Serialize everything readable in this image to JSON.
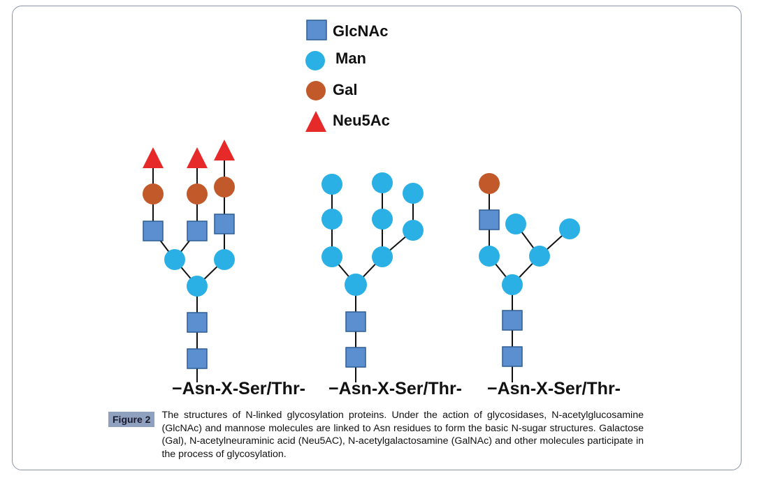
{
  "legend": [
    {
      "shape": "square",
      "label": "GlcNAc",
      "color": "#5b8fd0"
    },
    {
      "shape": "circle",
      "label": "Man",
      "color": "#2ab0e4"
    },
    {
      "shape": "circle",
      "label": "Gal",
      "color": "#c2592a"
    },
    {
      "shape": "triangle",
      "label": "Neu5Ac",
      "color": "#e62a2a"
    }
  ],
  "structures": [
    {
      "type": "complex",
      "site_label": "−Asn-X-Ser/Thr-"
    },
    {
      "type": "high-mannose",
      "site_label": "−Asn-X-Ser/Thr-"
    },
    {
      "type": "hybrid",
      "site_label": "−Asn-X-Ser/Thr-"
    }
  ],
  "caption": {
    "tag": "Figure 2",
    "text": "The structures of N-linked glycosylation proteins. Under the action of glycosidases, N-acetylglucosamine (GlcNAc) and mannose molecules are linked to Asn residues to form the basic N-sugar structures. Galactose (Gal), N-acetylneuraminic acid (Neu5AC), N-acetylgalactosamine (GalNAc) and other molecules participate in the process of glycosylation."
  }
}
